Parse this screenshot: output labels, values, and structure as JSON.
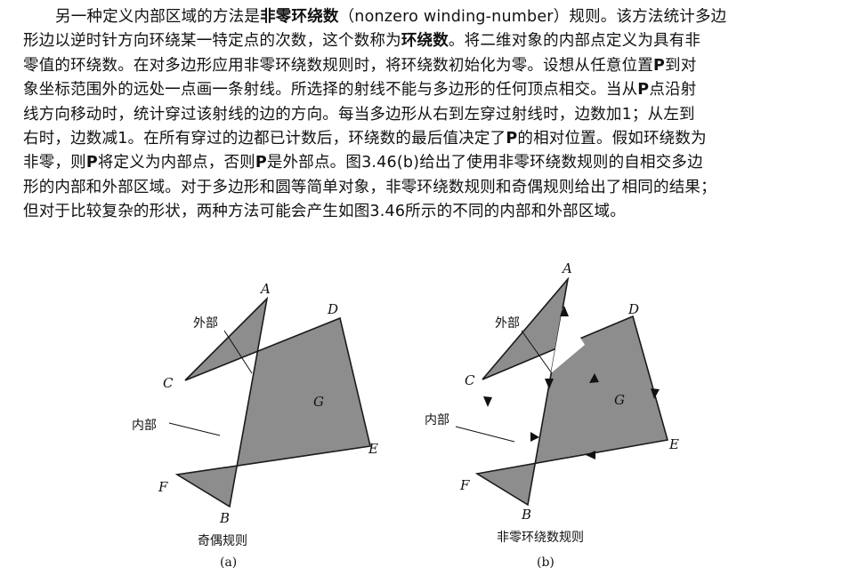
{
  "paragraph": {
    "lines": [
      [
        {
          "t": "另一种定义内部区域的方法是"
        },
        {
          "t": "非零环绕数",
          "b": true
        },
        {
          "t": "（nonzero winding-number）规则。该方法统计多边"
        }
      ],
      [
        {
          "t": "形边以逆时针方向环绕某一特定点的次数，这个数称为"
        },
        {
          "t": "环绕数",
          "b": true
        },
        {
          "t": "。将二维对象的内部点定义为具有非"
        }
      ],
      [
        {
          "t": "零值的环绕数。在对多边形应用非零环绕数规则时，将环绕数初始化为零。设想从任意位置"
        },
        {
          "t": "P",
          "b": true
        },
        {
          "t": "到对"
        }
      ],
      [
        {
          "t": "象坐标范围外的远处一点画一条射线。所选择的射线不能与多边形的任何顶点相交。当从"
        },
        {
          "t": "P",
          "b": true
        },
        {
          "t": "点沿射"
        }
      ],
      [
        {
          "t": "线方向移动时，统计穿过该射线的边的方向。每当多边形从右到左穿过射线时，边数加1；从左到"
        }
      ],
      [
        {
          "t": "右时，边数减1。在所有穿过的边都已计数后，环绕数的最后值决定了"
        },
        {
          "t": "P",
          "b": true
        },
        {
          "t": "的相对位置。假如环绕数为"
        }
      ],
      [
        {
          "t": "非零，则"
        },
        {
          "t": "P",
          "b": true
        },
        {
          "t": "将定义为内部点，否则"
        },
        {
          "t": "P",
          "b": true
        },
        {
          "t": "是外部点。图3.46(b)给出了使用非零环绕数规则的自相交多边"
        }
      ],
      [
        {
          "t": "形的内部和外部区域。对于多边形和圆等简单对象，非零环绕数规则和奇偶规则给出了相同的结果；"
        }
      ],
      [
        {
          "t": "但对于比较复杂的形状，两种方法可能会产生如图3.46所示的不同的内部和外部区域。"
        }
      ]
    ]
  },
  "figure": {
    "vertex_labels": {
      "A": "A",
      "B": "B",
      "C": "C",
      "D": "D",
      "E": "E",
      "F": "F",
      "G": "G"
    },
    "outside_label": "外部",
    "inside_label": "内部",
    "left": {
      "caption": "奇偶规则",
      "sublabel": "(a)"
    },
    "right": {
      "caption": "非零环绕数规则",
      "sublabel": "(b)"
    },
    "colors": {
      "fill": "#8d8d8d",
      "stroke": "#1a1a1a",
      "white": "#ffffff"
    }
  }
}
